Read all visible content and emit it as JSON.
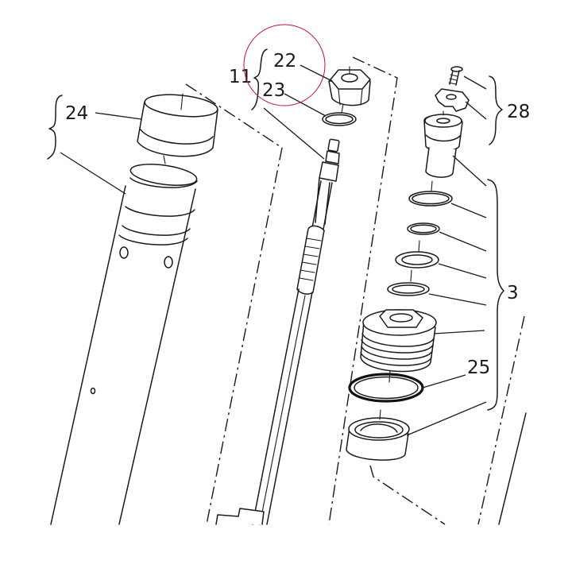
{
  "labels": {
    "l11": "11",
    "l22": "22",
    "l23": "23",
    "l24": "24",
    "l25": "25",
    "l28": "28",
    "l3": "3"
  },
  "colors": {
    "ink": "#1a1a1a",
    "highlight_circle": "#c8102e",
    "background": "#ffffff"
  }
}
